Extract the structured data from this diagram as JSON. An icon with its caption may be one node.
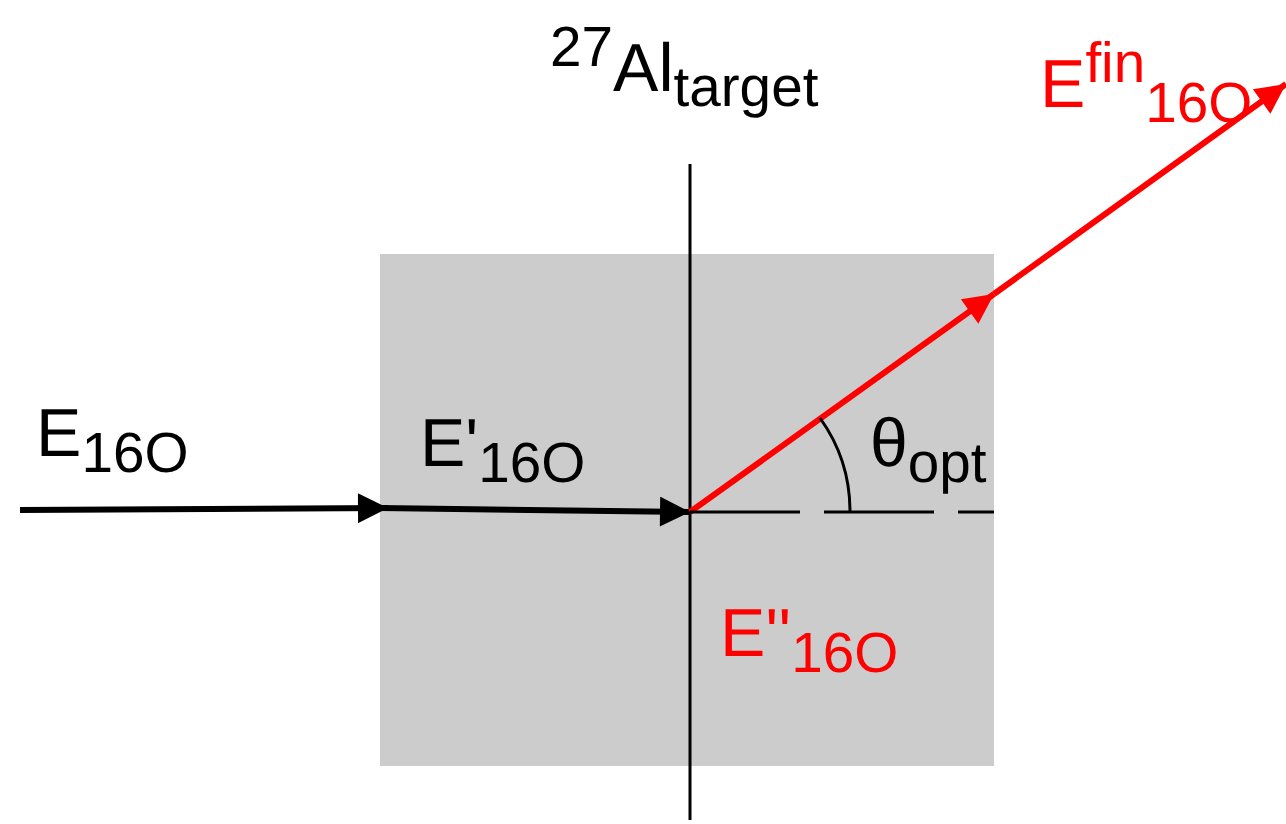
{
  "diagram": {
    "labels": [
      "$^{27}$Al$_{target}$",
      "E$^{fin}$$_{16O}$",
      "E$_{16O}$",
      "E'$_{16O}$",
      "θ$_{opt}$",
      "E''$_{16O}$"
    ]
  }
}
